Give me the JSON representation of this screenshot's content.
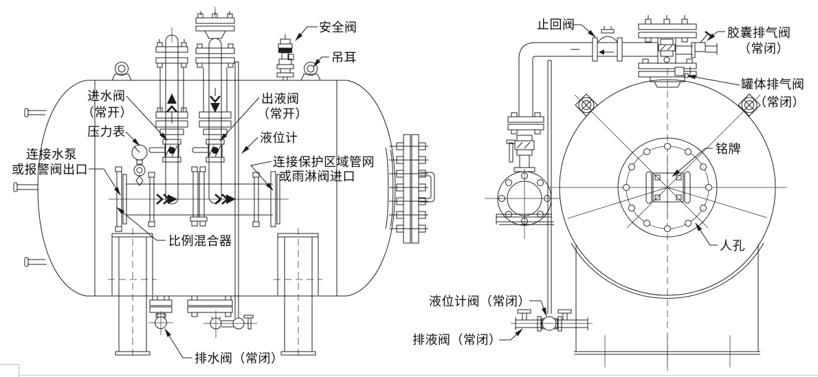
{
  "colors": {
    "line": "#1c1c1c",
    "background": "#ffffff",
    "frame": "#c9c9c9"
  },
  "left_view": {
    "labels": {
      "safety_valve": "安全阀",
      "lifting_lug": "吊耳",
      "inlet_valve_line1": "进水阀",
      "inlet_valve_line2": "（常开）",
      "outlet_valve_line1": "出液阀",
      "outlet_valve_line2": "（常开）",
      "pressure_gauge": "压力表",
      "level_gauge": "液位计",
      "pump_connection_line1": "连接水泵",
      "pump_connection_line2": "或报警阀出口",
      "network_connection_line1": "连接保护区域管网",
      "network_connection_line2": "或雨淋阀进口",
      "proportioner": "比例混合器",
      "drain_valve": "排水阀（常闭）"
    }
  },
  "right_view": {
    "labels": {
      "check_valve": "止回阀",
      "bladder_vent_line1": "胶囊排气阀",
      "bladder_vent_line2": "（常闭）",
      "tank_vent_line1": "罐体排气阀",
      "tank_vent_line2": "（常闭）",
      "nameplate": "铭牌",
      "manhole": "人孔",
      "level_gauge_valve": "液位计阀（常闭）",
      "liquid_drain_valve": "排液阀（常闭）"
    }
  }
}
